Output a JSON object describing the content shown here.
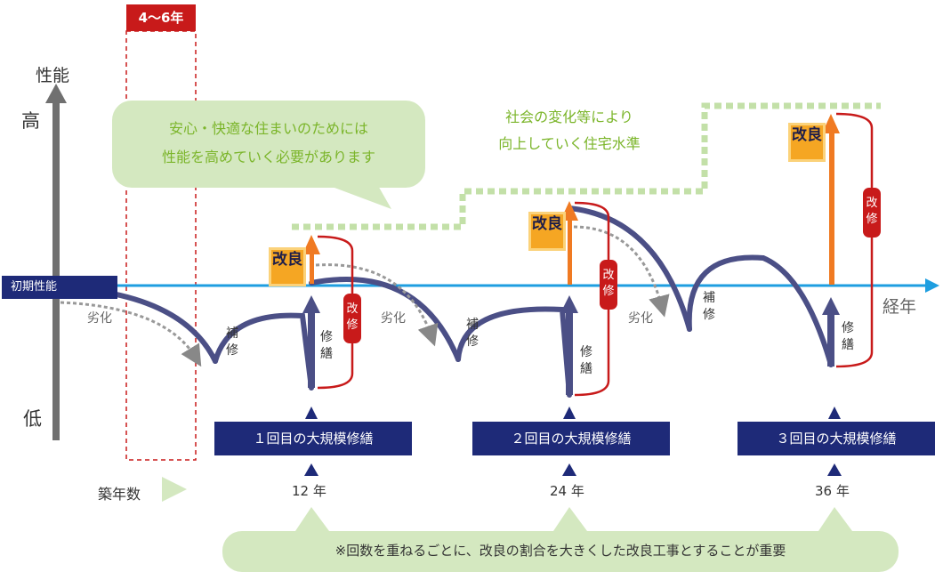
{
  "period": "4〜6年",
  "axis": {
    "y_label": "性能",
    "y_high": "高",
    "y_low": "低",
    "x_label": "経年",
    "initial": "初期性能"
  },
  "callout": {
    "line1": "安心・快適な住まいのためには",
    "line2": "性能を高めていく必要があります"
  },
  "standard": {
    "line1": "社会の変化等により",
    "line2": "向上していく住宅水準"
  },
  "labels": {
    "deterioration": "劣化",
    "maintenance": "補修",
    "repair": "修繕",
    "improvement": "改良",
    "renovation": "改修"
  },
  "repairs": [
    {
      "label": "１回目の大規模修繕",
      "year": "12 年"
    },
    {
      "label": "２回目の大規模修繕",
      "year": "24 年"
    },
    {
      "label": "３回目の大規模修繕",
      "year": "36 年"
    }
  ],
  "years_label": "築年数",
  "note": "※回数を重ねるごとに、改良の割合を大きくした改良工事とすることが重要",
  "colors": {
    "navy": "#1e2a78",
    "blue": "#1e9ee0",
    "red": "#c81a1a",
    "orange": "#f07a22",
    "gold": "#f5a623",
    "green": "#9bc86a",
    "grey": "#707070",
    "curve": "#4b4f86"
  }
}
